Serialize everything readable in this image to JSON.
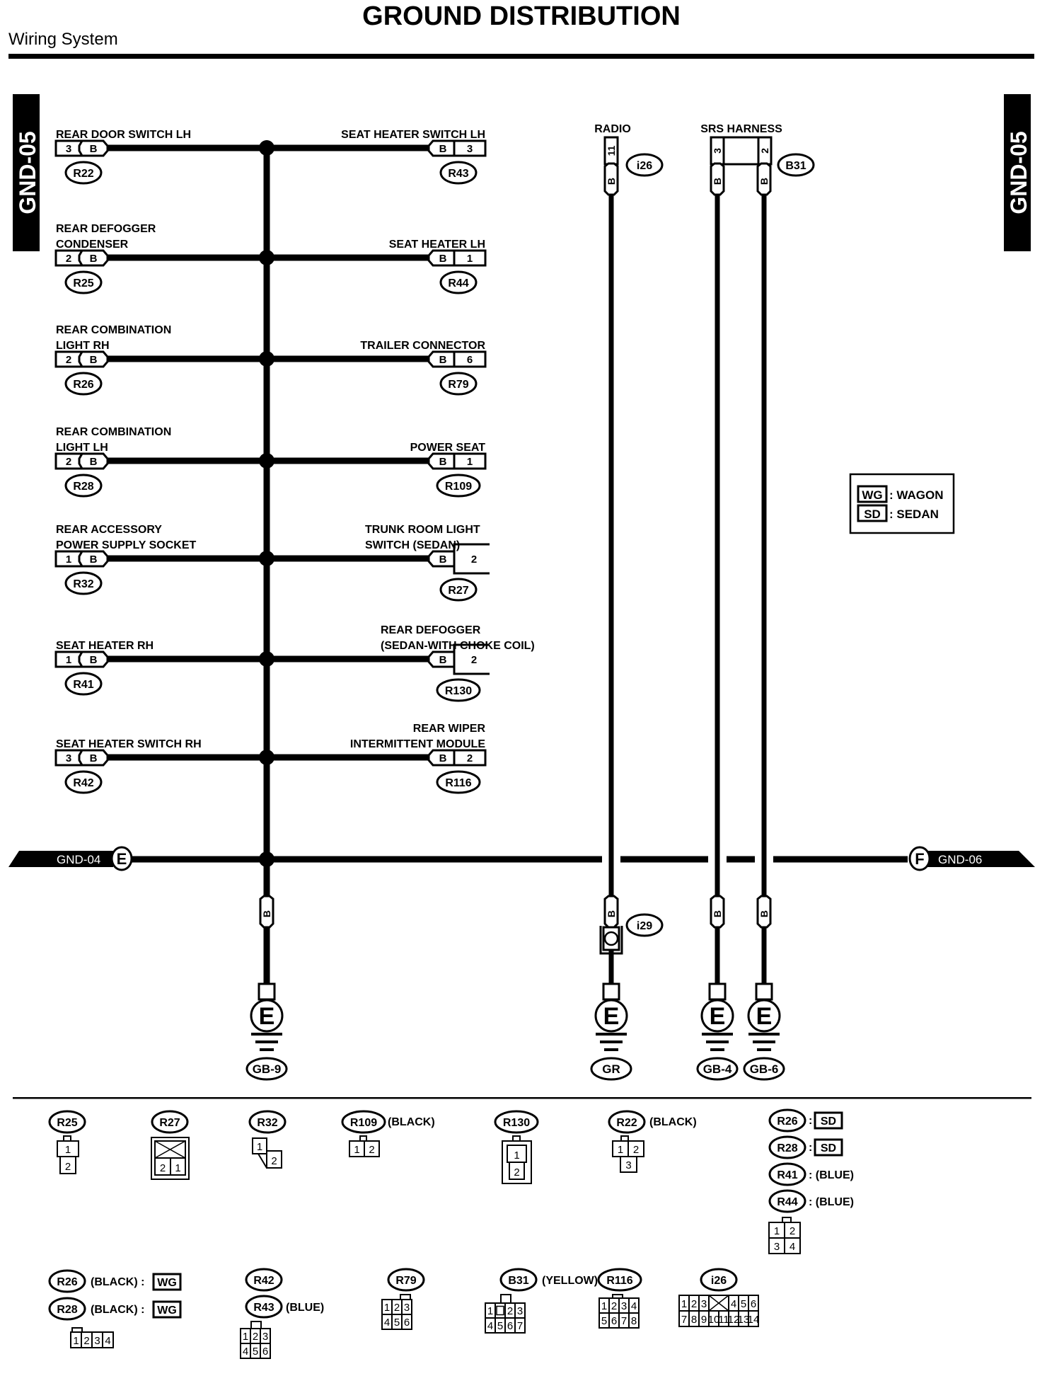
{
  "header": {
    "title": "GROUND DISTRIBUTION",
    "subtitle": "Wiring System",
    "page_tab": "GND-05"
  },
  "bus": {
    "left_ref": {
      "label": "GND-04",
      "marker": "E"
    },
    "right_ref": {
      "label": "GND-06",
      "marker": "F"
    }
  },
  "left_components": [
    {
      "name_lines": [
        "REAR DOOR SWITCH LH"
      ],
      "pin": "3",
      "wire": "B",
      "connector": "R22"
    },
    {
      "name_lines": [
        "REAR DEFOGGER",
        "CONDENSER"
      ],
      "pin": "2",
      "wire": "B",
      "connector": "R25"
    },
    {
      "name_lines": [
        "REAR COMBINATION",
        "LIGHT RH"
      ],
      "pin": "2",
      "wire": "B",
      "connector": "R26"
    },
    {
      "name_lines": [
        "REAR COMBINATION",
        "LIGHT LH"
      ],
      "pin": "2",
      "wire": "B",
      "connector": "R28"
    },
    {
      "name_lines": [
        "REAR ACCESSORY",
        "POWER SUPPLY SOCKET"
      ],
      "pin": "1",
      "wire": "B",
      "connector": "R32"
    },
    {
      "name_lines": [
        "SEAT HEATER RH"
      ],
      "pin": "1",
      "wire": "B",
      "connector": "R41"
    },
    {
      "name_lines": [
        "SEAT HEATER SWITCH RH"
      ],
      "pin": "3",
      "wire": "B",
      "connector": "R42"
    }
  ],
  "right_components": [
    {
      "name_lines": [
        "SEAT HEATER SWITCH LH"
      ],
      "pin": "3",
      "wire": "B",
      "connector": "R43",
      "open": false
    },
    {
      "name_lines": [
        "SEAT HEATER LH"
      ],
      "pin": "1",
      "wire": "B",
      "connector": "R44",
      "open": false
    },
    {
      "name_lines": [
        "TRAILER CONNECTOR"
      ],
      "pin": "6",
      "wire": "B",
      "connector": "R79",
      "open": false
    },
    {
      "name_lines": [
        "POWER SEAT"
      ],
      "pin": "1",
      "wire": "B",
      "connector": "R109",
      "open": false
    },
    {
      "name_lines": [
        "TRUNK ROOM LIGHT",
        "SWITCH (SEDAN)"
      ],
      "pin": "2",
      "wire": "B",
      "connector": "R27",
      "open": true
    },
    {
      "name_lines": [
        "REAR DEFOGGER",
        "(SEDAN-WITH CHOKE COIL)"
      ],
      "pin": "2",
      "wire": "B",
      "connector": "R130",
      "open": true
    },
    {
      "name_lines": [
        "REAR WIPER",
        "INTERMITTENT MODULE"
      ],
      "pin": "2",
      "wire": "B",
      "connector": "R116",
      "open": false
    }
  ],
  "top_components": [
    {
      "name": "RADIO",
      "connector": "i26",
      "pins": [
        "11"
      ],
      "wire": "B"
    },
    {
      "name": "SRS HARNESS",
      "connector": "B31",
      "pins": [
        "3",
        "2"
      ],
      "wire": "B"
    }
  ],
  "grounds": [
    {
      "wire": "B",
      "marker": "E",
      "label": "GB-9"
    },
    {
      "wire": "B",
      "marker": "E",
      "label": "GR",
      "inline_connector": "i29"
    },
    {
      "wire": "B",
      "marker": "E",
      "label": "GB-4"
    },
    {
      "wire": "B",
      "marker": "E",
      "label": "GB-6"
    }
  ],
  "legend": [
    {
      "code": "WG",
      "meaning": ": WAGON"
    },
    {
      "code": "SD",
      "meaning": ": SEDAN"
    }
  ],
  "connector_views": [
    {
      "ids": [
        "R25"
      ],
      "notes": [
        ""
      ],
      "pins": "1 / 2"
    },
    {
      "ids": [
        "R27"
      ],
      "notes": [
        ""
      ],
      "pins": "X / 2 1"
    },
    {
      "ids": [
        "R32"
      ],
      "notes": [
        ""
      ],
      "pins": "1 / 2"
    },
    {
      "ids": [
        "R109"
      ],
      "notes": [
        "(BLACK)"
      ],
      "pins": "1 2"
    },
    {
      "ids": [
        "R130"
      ],
      "notes": [
        ""
      ],
      "pins": "1 / 2"
    },
    {
      "ids": [
        "R22"
      ],
      "notes": [
        "(BLACK)"
      ],
      "pins": "1 2 / 3"
    },
    {
      "ids": [
        "R26",
        "R28",
        "R41",
        "R44"
      ],
      "notes": [
        ":",
        ":",
        ": (BLUE)",
        ": (BLUE)"
      ],
      "badges": [
        "SD",
        "SD",
        "",
        ""
      ],
      "pins": "1 2 / 3 4"
    },
    {
      "ids": [
        "R26",
        "R28"
      ],
      "notes": [
        "(BLACK) :",
        "(BLACK) :"
      ],
      "badges": [
        "WG",
        "WG"
      ],
      "pins": "1 2 3 4"
    },
    {
      "ids": [
        "R42",
        "R43"
      ],
      "notes": [
        "",
        "(BLUE)"
      ],
      "pins": "1 2 3 / 4 5 6"
    },
    {
      "ids": [
        "R79"
      ],
      "notes": [
        ""
      ],
      "pins": "1 2 3 / 4 5 6"
    },
    {
      "ids": [
        "B31"
      ],
      "notes": [
        "(YELLOW)"
      ],
      "pins": "1 □ 2 3 / 4 5 6 7"
    },
    {
      "ids": [
        "R116"
      ],
      "notes": [
        ""
      ],
      "pins": "1 2 3 4 / 5 6 7 8"
    },
    {
      "ids": [
        "i26"
      ],
      "notes": [
        ""
      ],
      "pins": "1 2 3 X 4 5 6 / 7 8 9 10 11 12 13 14"
    }
  ]
}
